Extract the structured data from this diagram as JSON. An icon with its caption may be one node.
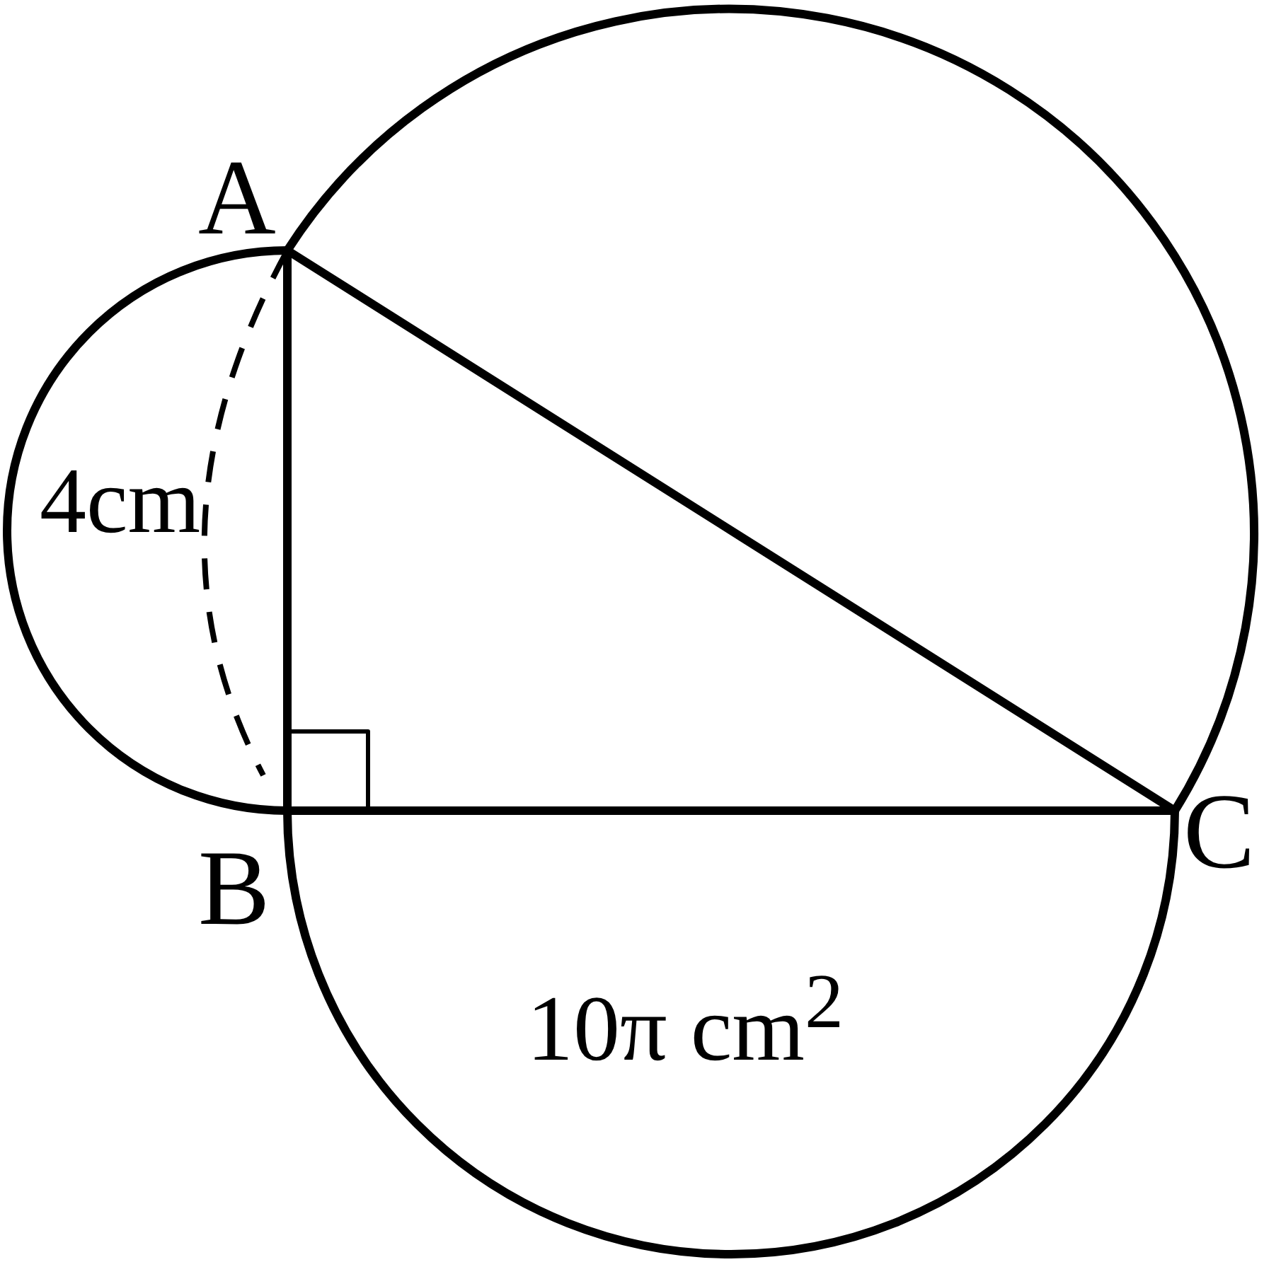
{
  "diagram": {
    "labels": [
      "A",
      "4cm",
      "B",
      "C",
      "10π cm$^{2}$"
    ]
  }
}
